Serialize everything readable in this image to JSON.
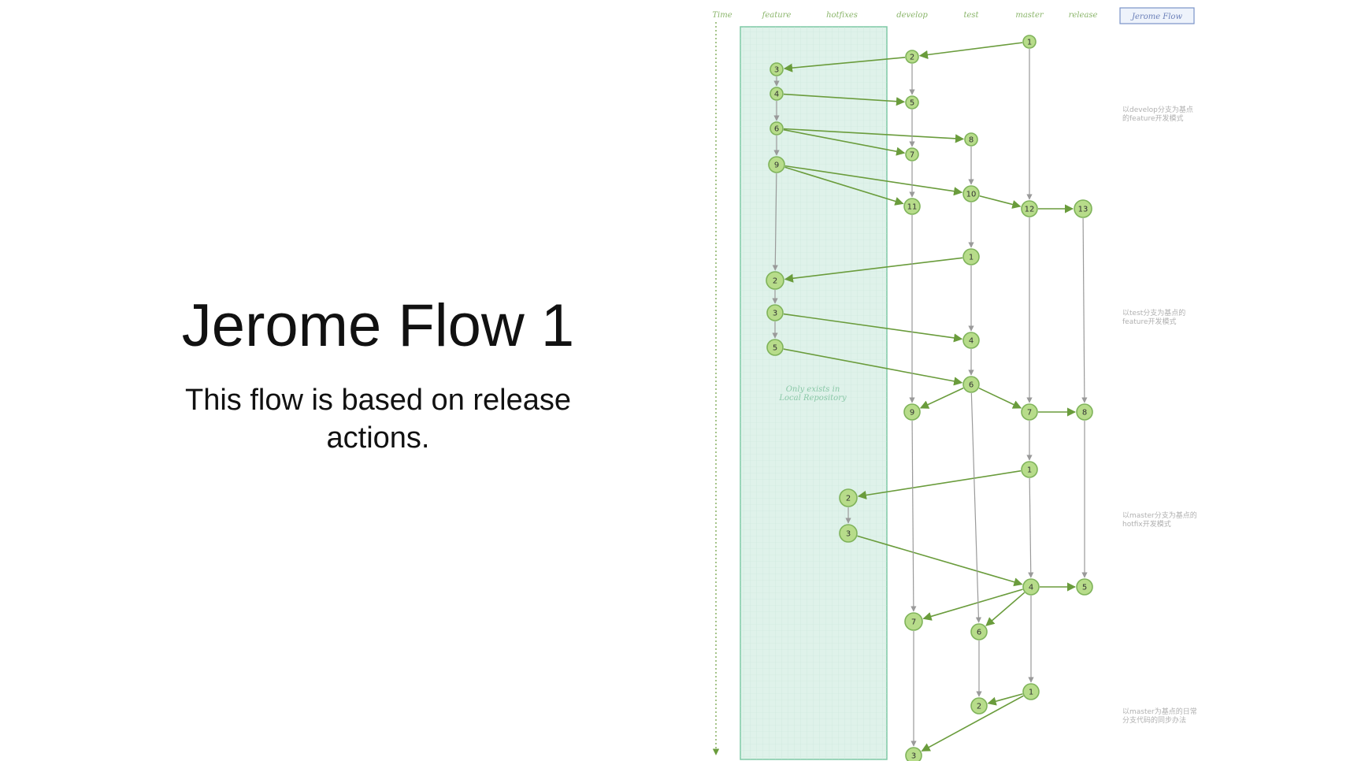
{
  "slide": {
    "title": "Jerome Flow 1",
    "subtitle": "This flow is based on release actions."
  },
  "diagram": {
    "legend_label": "Jerome Flow",
    "lane_headers": [
      {
        "id": "time",
        "label": "Time"
      },
      {
        "id": "feature",
        "label": "feature"
      },
      {
        "id": "hotfixes",
        "label": "hotfixes"
      },
      {
        "id": "develop",
        "label": "develop"
      },
      {
        "id": "test",
        "label": "test"
      },
      {
        "id": "master",
        "label": "master"
      },
      {
        "id": "release",
        "label": "release"
      }
    ],
    "local_region_label": [
      "Only exists in",
      "Local Repository"
    ],
    "notes": [
      [
        "以develop分支为基点",
        "的feature开发模式"
      ],
      [
        "以test分支为基点的",
        "feature开发模式"
      ],
      [
        "以master分支为基点的",
        "hotfix开发模式"
      ],
      [
        "以master为基点的日常",
        "分支代码的同步办法"
      ]
    ],
    "colors": {
      "node_fill": "#b7dc8a",
      "node_stroke": "#7fb35a",
      "arrow_green": "#6a9c3c",
      "arrow_gray": "#9a9a9a",
      "region_fill": "#dff2ea",
      "region_stroke": "#7ec9a5",
      "timeline": "#6a9c3c"
    },
    "nodes": [
      {
        "id": "m1",
        "label": "1"
      },
      {
        "id": "d2",
        "label": "2"
      },
      {
        "id": "f3",
        "label": "3"
      },
      {
        "id": "f4",
        "label": "4"
      },
      {
        "id": "d5",
        "label": "5"
      },
      {
        "id": "f6",
        "label": "6"
      },
      {
        "id": "t8",
        "label": "8"
      },
      {
        "id": "d7",
        "label": "7"
      },
      {
        "id": "f9",
        "label": "9"
      },
      {
        "id": "t10",
        "label": "10"
      },
      {
        "id": "d11",
        "label": "11"
      },
      {
        "id": "m12",
        "label": "12"
      },
      {
        "id": "r13",
        "label": "13"
      },
      {
        "id": "t1",
        "label": "1"
      },
      {
        "id": "f2b",
        "label": "2"
      },
      {
        "id": "f3b",
        "label": "3"
      },
      {
        "id": "t4",
        "label": "4"
      },
      {
        "id": "f5b",
        "label": "5"
      },
      {
        "id": "t6",
        "label": "6"
      },
      {
        "id": "d9",
        "label": "9"
      },
      {
        "id": "m7",
        "label": "7"
      },
      {
        "id": "r8",
        "label": "8"
      },
      {
        "id": "m1b",
        "label": "1"
      },
      {
        "id": "h2",
        "label": "2"
      },
      {
        "id": "h3",
        "label": "3"
      },
      {
        "id": "m4",
        "label": "4"
      },
      {
        "id": "r5",
        "label": "5"
      },
      {
        "id": "d7b",
        "label": "7"
      },
      {
        "id": "t6b",
        "label": "6"
      },
      {
        "id": "m1c",
        "label": "1"
      },
      {
        "id": "t2c",
        "label": "2"
      },
      {
        "id": "d3c",
        "label": "3"
      }
    ],
    "edges": [
      {
        "from": "m1",
        "to": "d2",
        "kind": "merge"
      },
      {
        "from": "d2",
        "to": "f3",
        "kind": "merge"
      },
      {
        "from": "f4",
        "to": "d5",
        "kind": "merge"
      },
      {
        "from": "f6",
        "to": "t8",
        "kind": "merge"
      },
      {
        "from": "f6",
        "to": "d7",
        "kind": "merge"
      },
      {
        "from": "f9",
        "to": "t10",
        "kind": "merge"
      },
      {
        "from": "f9",
        "to": "d11",
        "kind": "merge"
      },
      {
        "from": "t10",
        "to": "m12",
        "kind": "merge"
      },
      {
        "from": "m12",
        "to": "r13",
        "kind": "merge"
      },
      {
        "from": "t1",
        "to": "f2b",
        "kind": "merge"
      },
      {
        "from": "f3b",
        "to": "t4",
        "kind": "merge"
      },
      {
        "from": "f5b",
        "to": "t6",
        "kind": "merge"
      },
      {
        "from": "t6",
        "to": "d9",
        "kind": "merge"
      },
      {
        "from": "t6",
        "to": "m7",
        "kind": "merge"
      },
      {
        "from": "m7",
        "to": "r8",
        "kind": "merge"
      },
      {
        "from": "m1b",
        "to": "h2",
        "kind": "merge"
      },
      {
        "from": "h3",
        "to": "m4",
        "kind": "merge"
      },
      {
        "from": "m4",
        "to": "r5",
        "kind": "merge"
      },
      {
        "from": "m4",
        "to": "d7b",
        "kind": "merge"
      },
      {
        "from": "m4",
        "to": "t6b",
        "kind": "merge"
      },
      {
        "from": "m1c",
        "to": "t2c",
        "kind": "merge"
      },
      {
        "from": "m1c",
        "to": "d3c",
        "kind": "merge"
      },
      {
        "from": "f3",
        "to": "f4",
        "kind": "flow"
      },
      {
        "from": "f4",
        "to": "f6",
        "kind": "flow"
      },
      {
        "from": "f6",
        "to": "f9",
        "kind": "flow"
      },
      {
        "from": "f9",
        "to": "f2b",
        "kind": "flow"
      },
      {
        "from": "f2b",
        "to": "f3b",
        "kind": "flow"
      },
      {
        "from": "f3b",
        "to": "f5b",
        "kind": "flow"
      },
      {
        "from": "d2",
        "to": "d5",
        "kind": "flow"
      },
      {
        "from": "d5",
        "to": "d7",
        "kind": "flow"
      },
      {
        "from": "d7",
        "to": "d11",
        "kind": "flow"
      },
      {
        "from": "d11",
        "to": "d9",
        "kind": "flow"
      },
      {
        "from": "d9",
        "to": "d7b",
        "kind": "flow"
      },
      {
        "from": "d7b",
        "to": "d3c",
        "kind": "flow"
      },
      {
        "from": "t8",
        "to": "t10",
        "kind": "flow"
      },
      {
        "from": "t10",
        "to": "t1",
        "kind": "flow"
      },
      {
        "from": "t1",
        "to": "t4",
        "kind": "flow"
      },
      {
        "from": "t4",
        "to": "t6",
        "kind": "flow"
      },
      {
        "from": "t6",
        "to": "t6b",
        "kind": "flow"
      },
      {
        "from": "t6b",
        "to": "t2c",
        "kind": "flow"
      },
      {
        "from": "m1",
        "to": "m12",
        "kind": "flow"
      },
      {
        "from": "m12",
        "to": "m7",
        "kind": "flow"
      },
      {
        "from": "m7",
        "to": "m1b",
        "kind": "flow"
      },
      {
        "from": "m1b",
        "to": "m4",
        "kind": "flow"
      },
      {
        "from": "m4",
        "to": "m1c",
        "kind": "flow"
      },
      {
        "from": "r13",
        "to": "r8",
        "kind": "flow"
      },
      {
        "from": "r8",
        "to": "r5",
        "kind": "flow"
      },
      {
        "from": "h2",
        "to": "h3",
        "kind": "flow"
      }
    ]
  }
}
